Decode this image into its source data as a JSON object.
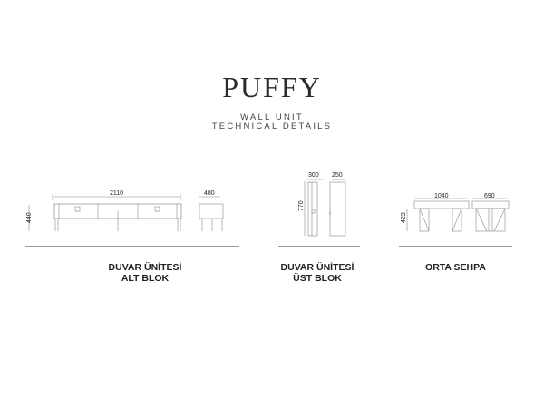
{
  "header": {
    "brand": "PUFFY",
    "subtitle_line1": "WALL UNIT",
    "subtitle_line2": "TECHNICAL DETAILS"
  },
  "sections": [
    {
      "name_line1": "DUVAR ÜNİTESİ",
      "name_line2": "ALT BLOK",
      "dimensions": {
        "width": "2110",
        "depth": "480",
        "height": "440"
      }
    },
    {
      "name_line1": "DUVAR ÜNİTESİ",
      "name_line2": "ÜST BLOK",
      "dimensions": {
        "width": "300",
        "depth": "250",
        "height": "770"
      }
    },
    {
      "name_line1": "ORTA SEHPA",
      "name_line2": "",
      "dimensions": {
        "width": "1040",
        "depth": "690",
        "height": "423"
      }
    }
  ]
}
